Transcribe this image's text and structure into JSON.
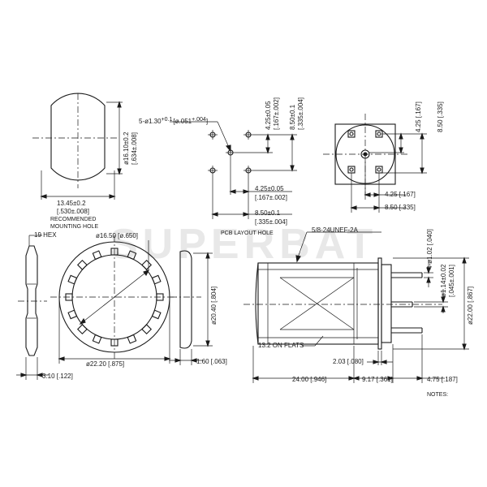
{
  "watermark": "SUPERBAT",
  "labels": {
    "mounting_hole": "RECOMMENDED",
    "mounting_hole_2": "MOUNTING HOLE",
    "pcb_layout": "PCB LAYOUT HOLE",
    "hex": "19 HEX",
    "thread": "5/8-24UNEF-2A",
    "flats": "13.2 ON FLATS",
    "notes": "NOTES:"
  },
  "dims": {
    "hole_width": "13.45±0.2",
    "hole_width_in": "[.530±.008]",
    "hole_height": "ø16.10±0.2",
    "hole_height_in": "[.634±.008]",
    "pcb_holes": "5-ø1.30",
    "pcb_holes_tol": "+0.1",
    "pcb_holes_tol2": "0",
    "pcb_holes_in": "[ø.051",
    "pcb_holes_in_tol": "+.004",
    "pcb_holes_in_tol2": "0",
    "pcb_holes_in_end": "]",
    "pcb_v1": "4.25±0.05",
    "pcb_v1_in": "[.167±.002]",
    "pcb_v2": "8.50±0.1",
    "pcb_v2_in": "[.335±.004]",
    "pcb_h1": "4.25±0.05",
    "pcb_h1_in": "[.167±.002]",
    "pcb_h2": "8.50±0.1",
    "pcb_h2_in": "[.335±.004]",
    "flange_v1": "4.25 [.167]",
    "flange_v2": "8.50 [.335]",
    "flange_h1": "4.25 [.167]",
    "flange_h2": "8.50 [.335]",
    "washer_id": "ø16.50 [ø.650]",
    "washer_od": "ø22.20 [.875]",
    "hex_thick": "3.10 [.122]",
    "washer_thick": "1.60 [.063]",
    "washer_height": "ø20.40 [.804]",
    "pin_len": "4-ø1.02 [.040]",
    "pin_center": "ø1.14±0.02",
    "pin_center_in": "[.045±.001]",
    "body_dia": "ø22.00 [.867]",
    "body_len": "24.00 [.946]",
    "flange_len": "9.17 [.361]",
    "pin_ext": "4.75 [.187]",
    "flange_thick": "2.03 [.080]"
  }
}
